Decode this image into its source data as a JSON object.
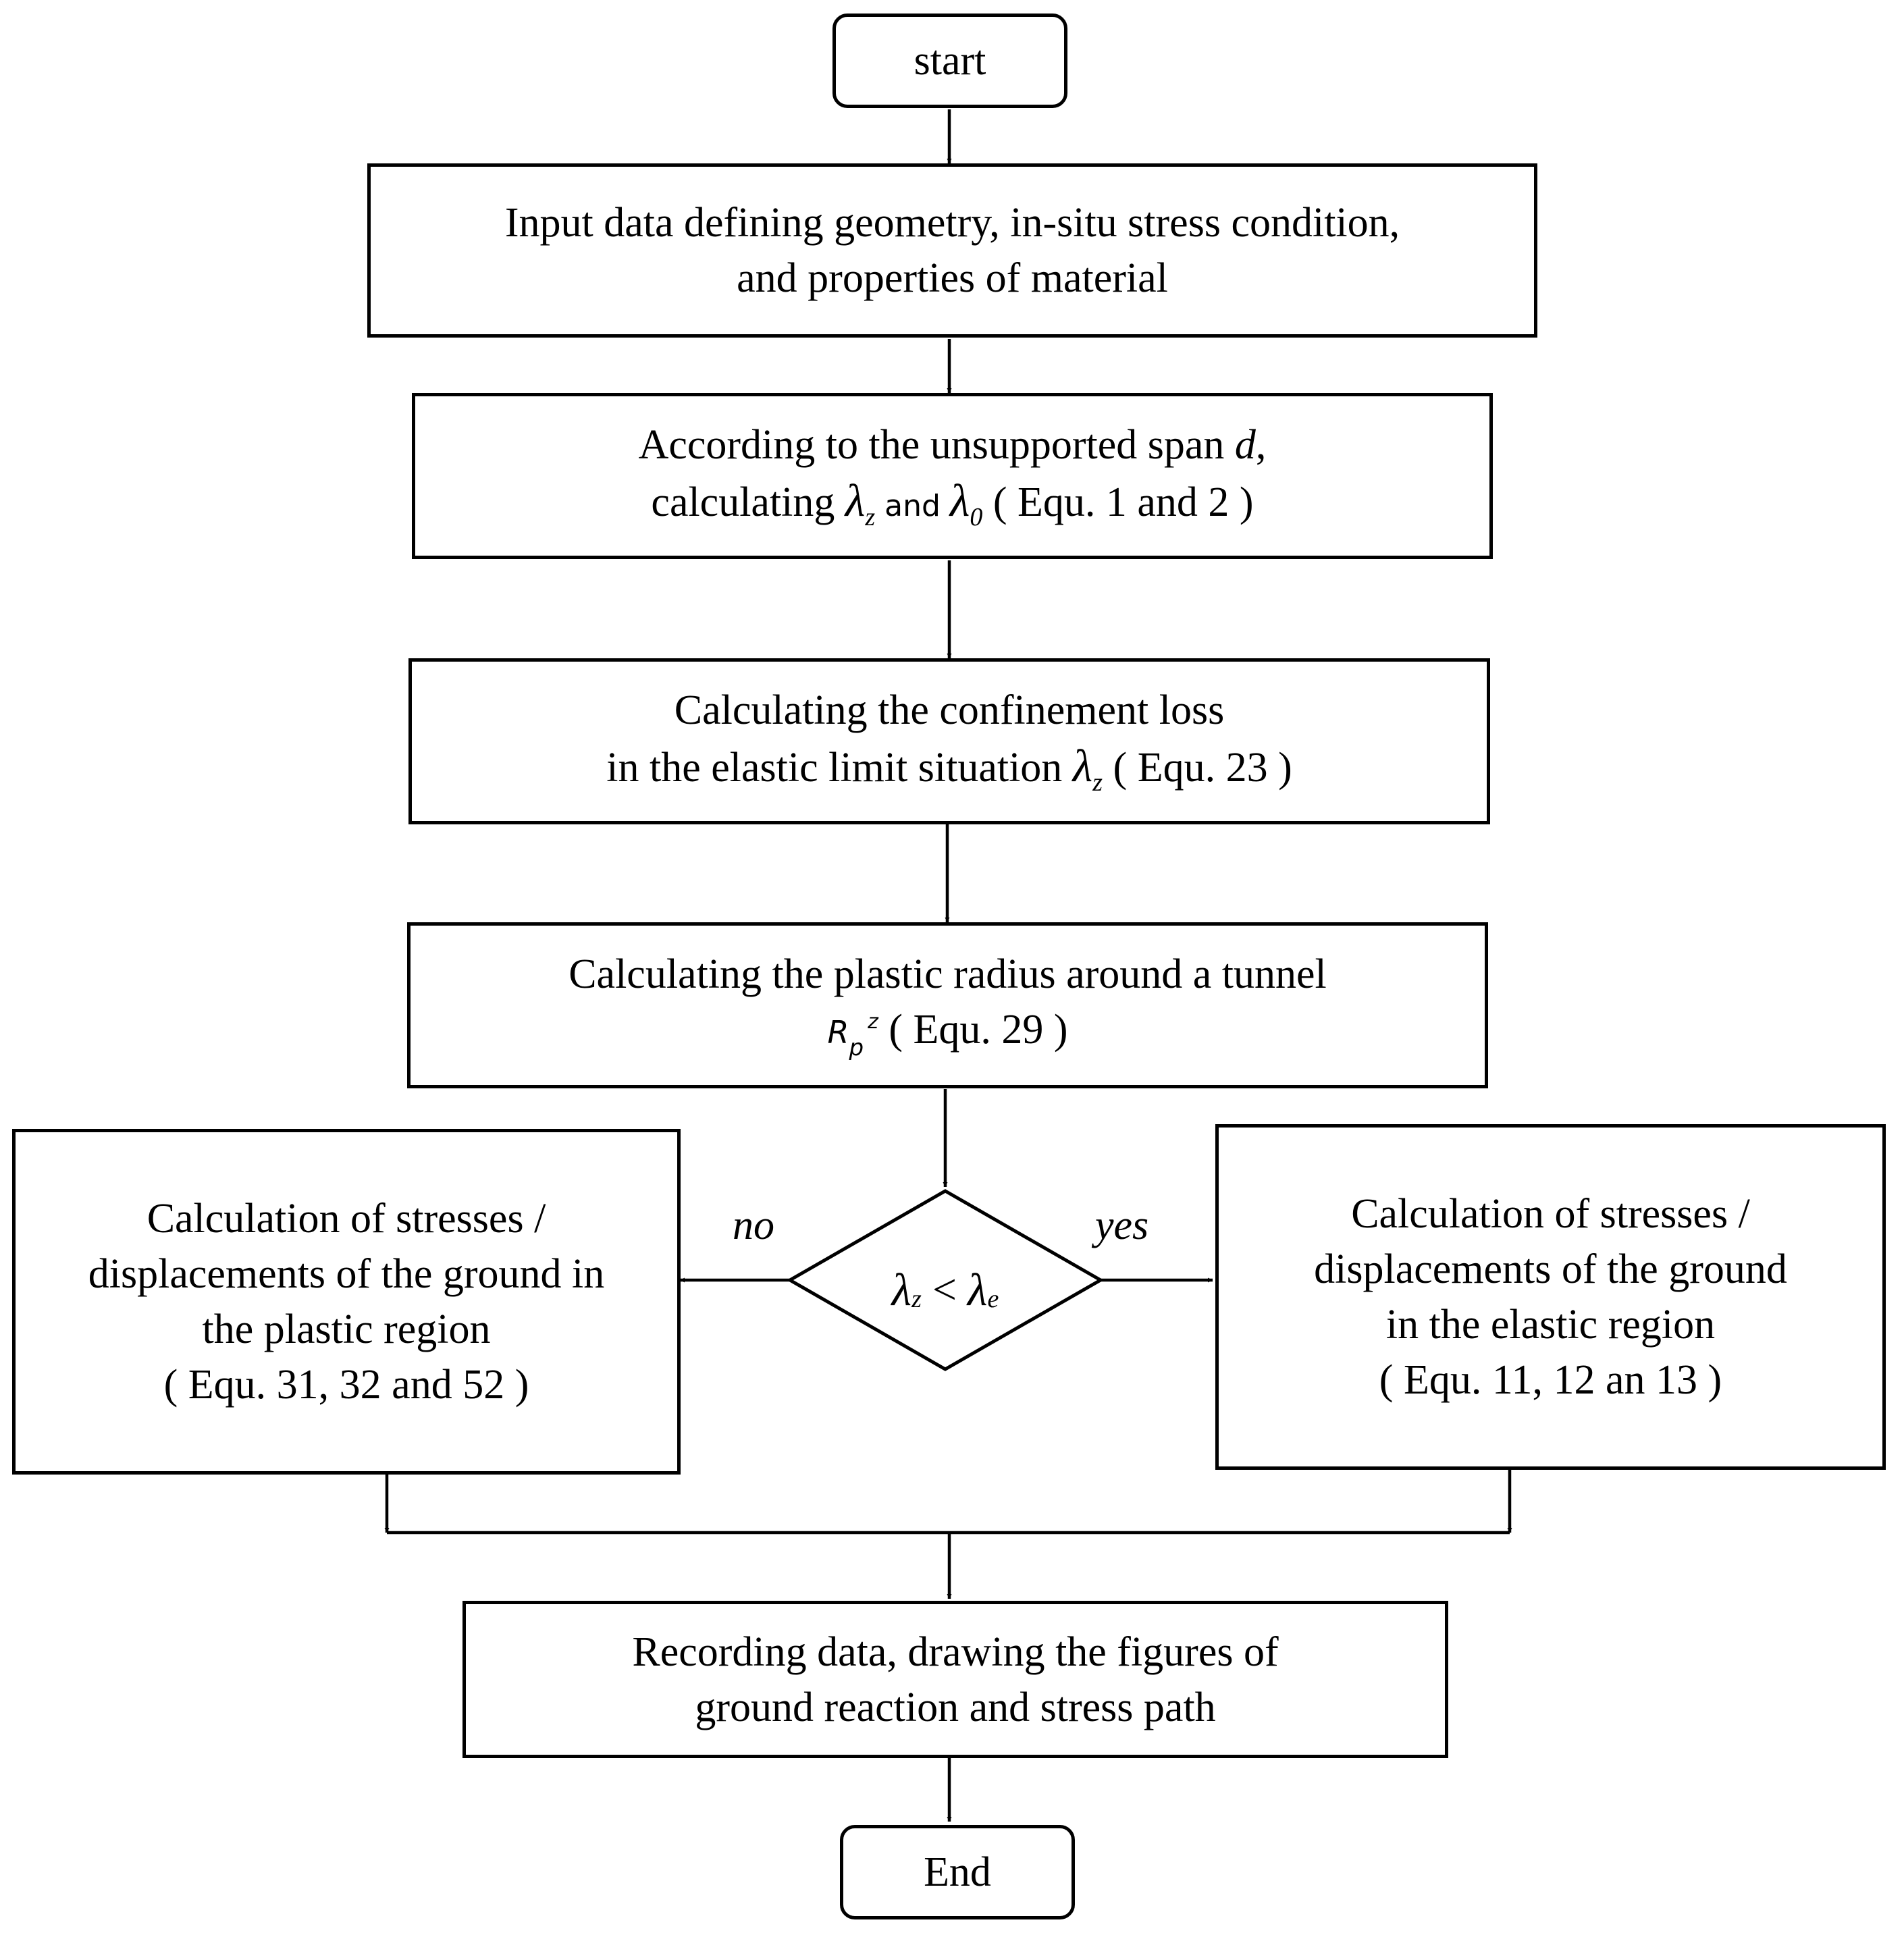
{
  "nodes": {
    "start": {
      "label": "start"
    },
    "input": {
      "line1": "Input data defining geometry, in-situ stress condition,",
      "line2": "and properties of material"
    },
    "span": {
      "line1_prefix": "According to the unsupported span ",
      "line1_var": "d",
      "line1_suffix": ",",
      "line2_prefix": "calculating ",
      "lambda_symbol": "λ",
      "sub_z": "z",
      "and_word": " and ",
      "sub_0": "0",
      "line2_suffix": "  ( Equ. 1 and 2 )"
    },
    "confinement": {
      "line1": "Calculating the confinement loss",
      "line2_prefix": "in the elastic limit situation ",
      "lambda_symbol": "λ",
      "sub_z": "z",
      "line2_suffix": "  ( Equ. 23 )"
    },
    "plastic_radius": {
      "line1": "Calculating the plastic radius around a tunnel",
      "r_symbol": "R",
      "r_sub": "p",
      "r_sup": "z",
      "line2_suffix": "  ( Equ. 29 )"
    },
    "decision": {
      "lambda_symbol": "λ",
      "sub_z": "z",
      "operator": " < ",
      "sub_e": "e"
    },
    "plastic_calc": {
      "line1": "Calculation of  stresses /",
      "line2": "displacements of the ground in",
      "line3": "the plastic region",
      "line4": "( Equ. 31, 32 and 52 )"
    },
    "elastic_calc": {
      "line1": "Calculation of stresses /",
      "line2": "displacements of the ground",
      "line3": "in the elastic region",
      "line4": "( Equ. 11, 12 an 13 )"
    },
    "record": {
      "line1": "Recording data, drawing the figures of",
      "line2": "ground reaction and stress path"
    },
    "end": {
      "label": "End"
    }
  },
  "edges": {
    "no_label": "no",
    "yes_label": "yes"
  }
}
